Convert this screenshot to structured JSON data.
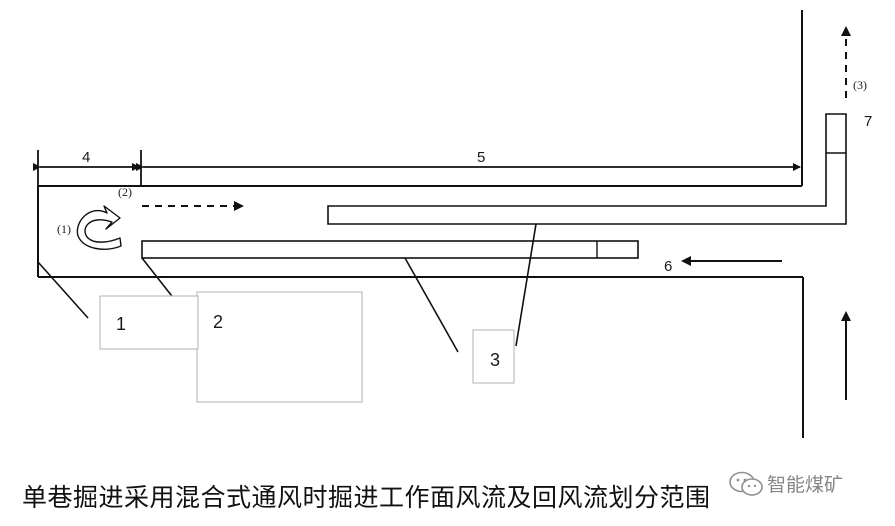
{
  "caption": "单巷掘进采用混合式通风时掘进工作面风流及回风流划分范围",
  "watermark": "智能煤矿",
  "labels": {
    "num_1": "1",
    "num_2": "2",
    "num_3": "3",
    "num_4": "4",
    "num_5": "5",
    "num_6": "6",
    "num_7": "7",
    "paren_1": "(1)",
    "paren_2": "(2)",
    "paren_3": "(3)"
  }
}
